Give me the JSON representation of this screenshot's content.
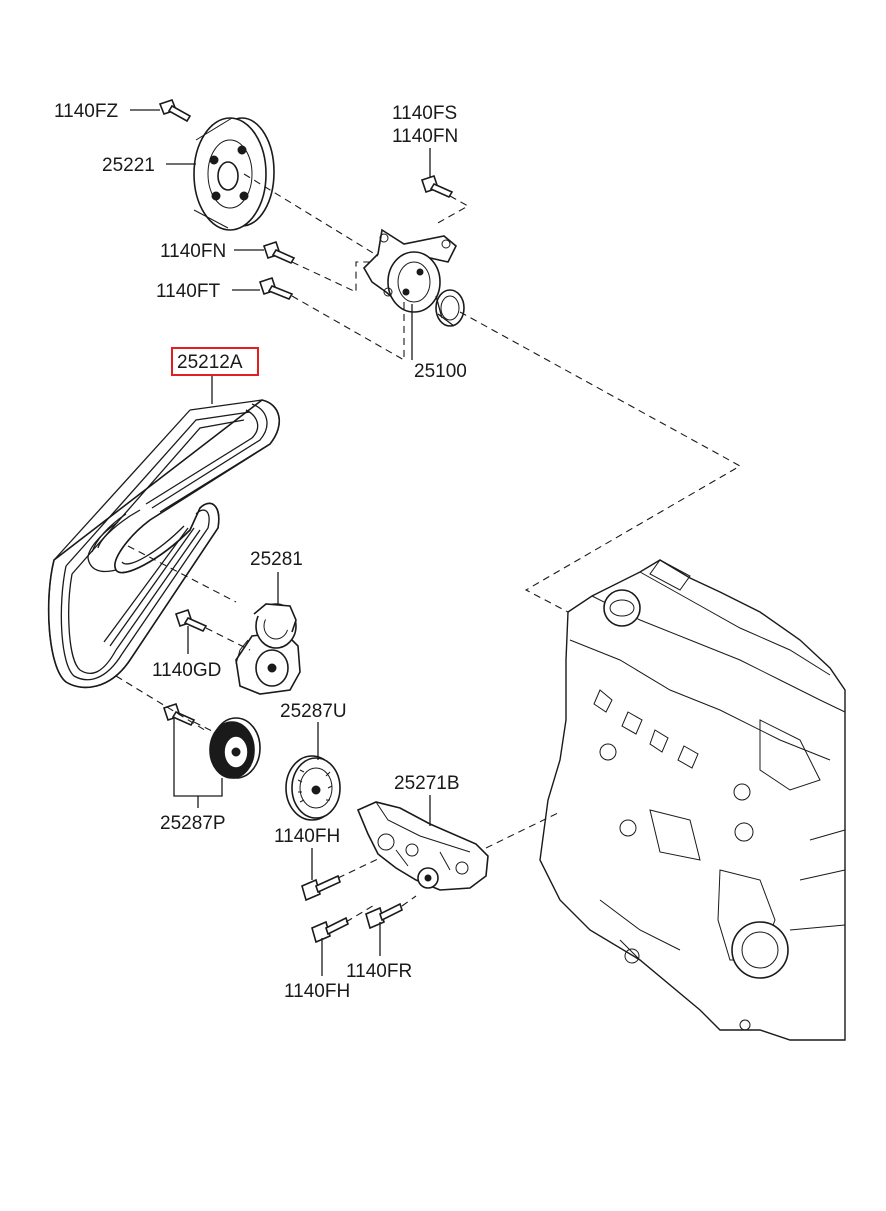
{
  "labels": {
    "p_1140FZ": "1140FZ",
    "p_25221": "25221",
    "p_1140FS": "1140FS",
    "p_1140FN_top": "1140FN",
    "p_1140FN_mid": "1140FN",
    "p_1140FT": "1140FT",
    "p_25212A": "25212A",
    "p_25100": "25100",
    "p_25281": "25281",
    "p_1140GD": "1140GD",
    "p_25287U": "25287U",
    "p_25271B": "25271B",
    "p_1140FH_a": "1140FH",
    "p_1140FH_b": "1140FH",
    "p_1140FR": "1140FR",
    "p_25287P": "25287P"
  },
  "highlight": {
    "part": "25212A",
    "color": "#e02020"
  }
}
